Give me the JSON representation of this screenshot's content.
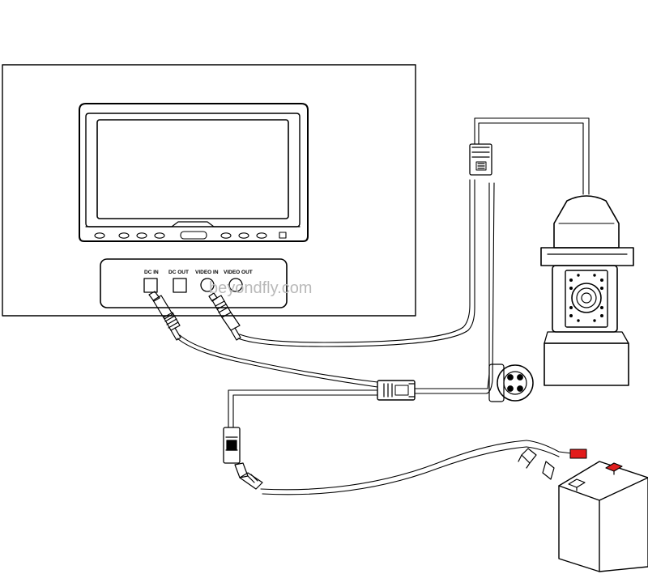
{
  "panel": {
    "ports": [
      "DC IN",
      "DC OUT",
      "VIDEO IN",
      "VIDEO OUT"
    ]
  },
  "watermark": "beyondfly.com",
  "colors": {
    "line": "#000000",
    "screen_fill": "#ffffff",
    "red_terminal": "#e21b1b",
    "battery_terminal_red": "#e02020",
    "watermark": "#b9b9b9"
  }
}
